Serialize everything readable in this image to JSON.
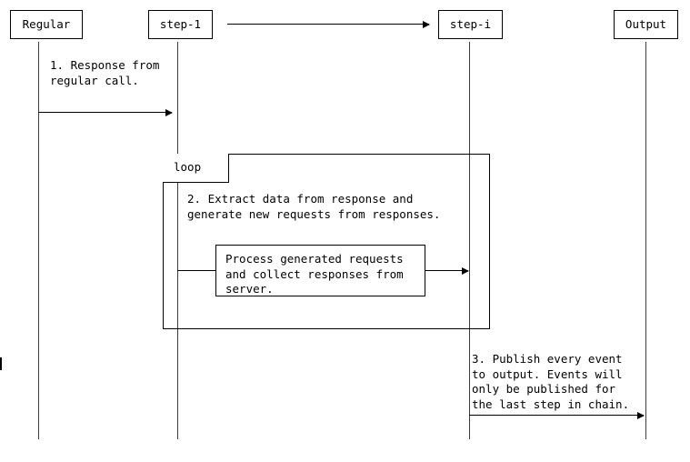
{
  "diagram": {
    "type": "sequence-diagram",
    "title": "",
    "background_color": "#ffffff",
    "line_color": "#000000",
    "lifeline_color": "#3d3d3d"
  },
  "participants": [
    {
      "id": "regular",
      "label": "Regular"
    },
    {
      "id": "step-1",
      "label": "step-1"
    },
    {
      "id": "step-i",
      "label": "step-i"
    },
    {
      "id": "output",
      "label": "Output"
    }
  ],
  "messages": [
    {
      "id": "msg-ellipsis",
      "from": "step-1",
      "to": "step-i",
      "label": "",
      "style": "arrow"
    },
    {
      "id": "msg-1",
      "from": "regular",
      "to": "step-1",
      "label": "1. Response from\nregular call.",
      "style": "arrow"
    },
    {
      "id": "msg-2",
      "from": "step-1",
      "to": "step-i",
      "label": "Process generated requests\nand collect responses from\nserver.",
      "style": "arrow-through-note"
    },
    {
      "id": "msg-3",
      "from": "step-i",
      "to": "output",
      "label": "3. Publish every event\nto output. Events will\nonly be published for\nthe last step in chain.",
      "style": "arrow"
    }
  ],
  "fragments": [
    {
      "id": "loop-fragment",
      "operator": "loop",
      "body_text": "2. Extract data from response and\ngenerate new requests from responses."
    }
  ],
  "notes": [
    {
      "id": "note-process",
      "text": "Process generated requests\nand collect responses from\nserver."
    }
  ]
}
